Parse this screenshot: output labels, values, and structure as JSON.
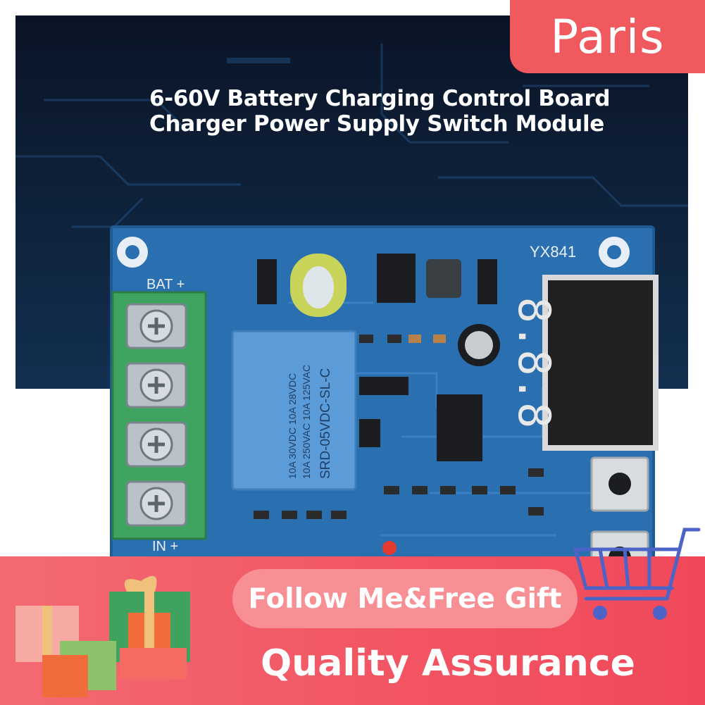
{
  "brand": {
    "name": "Paris",
    "color": "#f05a5e"
  },
  "headline": {
    "line1": "6-60V Battery Charging Control Board",
    "line2": "Charger Power Supply Switch Module"
  },
  "board": {
    "model": "YX841",
    "relay_line1": "SRD-05VDC-SL-C",
    "relay_line2": "10A 250VAC 10A 125VAC",
    "relay_line3": "10A 30VDC 10A 28VDC",
    "bat_label": "BAT +",
    "in_label": "IN +",
    "display_value": "8.8.8",
    "pcb_color": "#2a6fb0",
    "terminal_color": "#3fa45f"
  },
  "promo": {
    "follow": "Follow Me&Free Gift",
    "quality": "Quality Assurance"
  },
  "icons": [
    "gift-box-icon",
    "shopping-cart-icon"
  ]
}
